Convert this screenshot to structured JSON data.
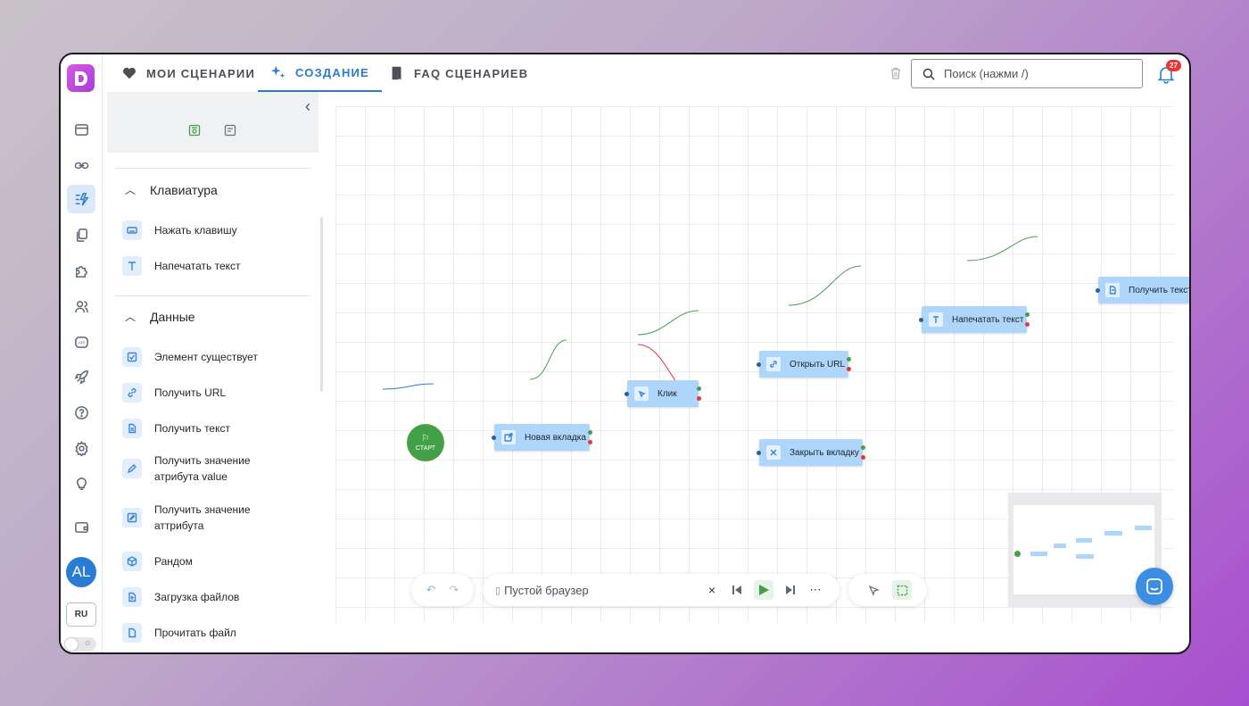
{
  "nav": {
    "tabs": [
      {
        "label": "МОИ СЦЕНАРИИ",
        "icon": "heart-icon"
      },
      {
        "label": "СОЗДАНИЕ",
        "icon": "sparkles-icon",
        "active": true
      },
      {
        "label": "FAQ СЦЕНАРИЕВ",
        "icon": "book-icon"
      }
    ],
    "search_placeholder": "Поиск (нажми /)",
    "notifications_count": "27"
  },
  "rail": {
    "icons": [
      "browser-icon",
      "link-icon",
      "automation-icon",
      "copy-icon",
      "puzzle-icon",
      "users-icon",
      "api-icon",
      "rocket-icon",
      "help-icon",
      "settings-icon",
      "lightbulb-icon",
      "wallet-icon"
    ],
    "active": "automation-icon",
    "avatar": "AL",
    "lang": "RU"
  },
  "panel": {
    "sections": [
      {
        "title": "Клавиатура",
        "items": [
          {
            "label": "Нажать клавишу",
            "icon": "keyboard-icon"
          },
          {
            "label": "Напечатать текст",
            "icon": "text-icon"
          }
        ]
      },
      {
        "title": "Данные",
        "items": [
          {
            "label": "Элемент существует",
            "icon": "checkbox-icon"
          },
          {
            "label": "Получить URL",
            "icon": "link-icon"
          },
          {
            "label": "Получить текст",
            "icon": "document-icon"
          },
          {
            "label": "Получить значение атрибута value",
            "icon": "pencil-icon"
          },
          {
            "label": "Получить значение аттрибута",
            "icon": "edit-icon"
          },
          {
            "label": "Рандом",
            "icon": "cube-icon"
          },
          {
            "label": "Загрузка файлов",
            "icon": "file-upload-icon"
          },
          {
            "label": "Прочитать файл",
            "icon": "file-icon"
          }
        ]
      }
    ]
  },
  "canvas": {
    "start_label": "СТАРТ",
    "nodes": [
      {
        "id": "new-tab",
        "label": "Новая вкладка",
        "icon": "external-link-icon"
      },
      {
        "id": "click",
        "label": "Клик",
        "icon": "cursor-click-icon"
      },
      {
        "id": "open-url",
        "label": "Открыть URL",
        "icon": "link-icon"
      },
      {
        "id": "close-tab",
        "label": "Закрыть вкладку",
        "icon": "close-icon"
      },
      {
        "id": "type-text",
        "label": "Напечатать текст",
        "icon": "text-icon"
      },
      {
        "id": "get-text",
        "label": "Получить текст",
        "icon": "document-icon"
      }
    ]
  },
  "toolbar": {
    "browser_label": "Пустой браузер"
  },
  "colors": {
    "accent": "#2a7bd4",
    "node_bg": "#aed6fa",
    "success": "#43a047",
    "error": "#e53935",
    "logo": "#c44ce0"
  }
}
